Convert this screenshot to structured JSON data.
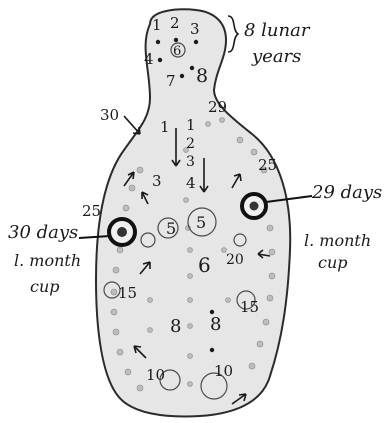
{
  "head_numbers": [
    "1",
    "2",
    "3",
    "4",
    "6",
    "7",
    "8"
  ],
  "head_note": {
    "line1": "8 lunar",
    "line2": "years"
  },
  "body_labels": {
    "thirty_top": "30",
    "twenty_nine": "29",
    "one": "1",
    "two": "2",
    "three_center": "3",
    "three_left": "3",
    "four": "4",
    "five_left": "5",
    "five_right": "5",
    "six": "6",
    "eight_left": "8",
    "eight_right": "8",
    "ten_left": "10",
    "ten_right": "10",
    "fifteen_left": "15",
    "fifteen_right": "15",
    "twenty": "20",
    "twenty_five_left": "25",
    "twenty_five_right": "25"
  },
  "left_cup": {
    "line1": "30 days",
    "line2": "l. month",
    "line3": "cup"
  },
  "right_cup": {
    "line1": "29 days",
    "line2": "l. month",
    "line3": "cup"
  },
  "colors": {
    "body_fill": "#e6e6e6",
    "outline": "#2b2b2b",
    "ink": "#1a1a1a",
    "pit": "#bdbdbd"
  }
}
